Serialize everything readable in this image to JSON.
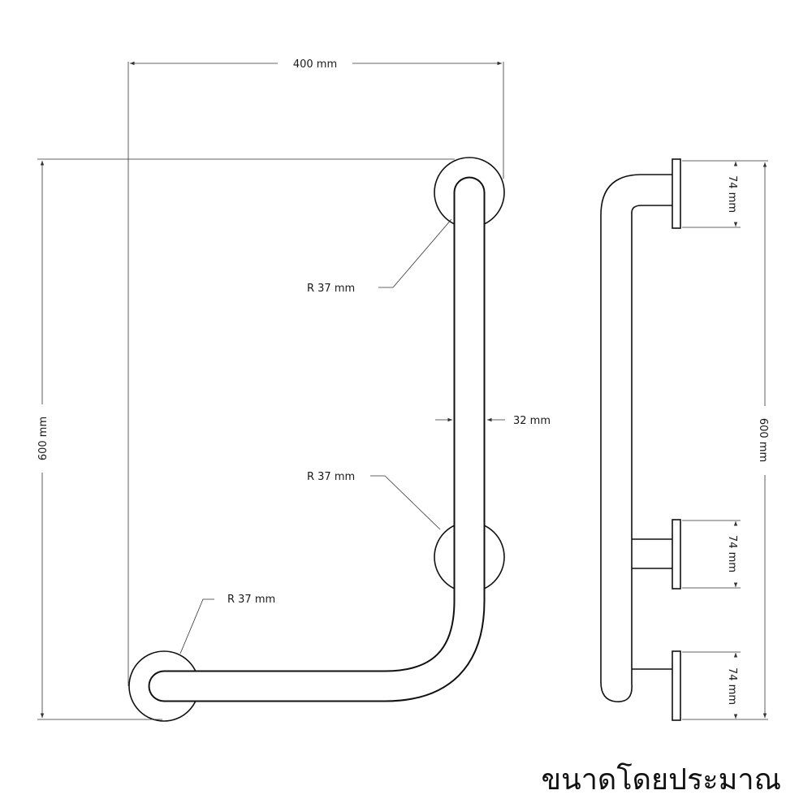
{
  "diagram": {
    "dimensions": {
      "width_top": "400 mm",
      "height_left": "600 mm",
      "tube_diameter": "32 mm",
      "radius_top": "R 37 mm",
      "radius_middle": "R 37 mm",
      "radius_bottom": "R 37 mm",
      "height_side": "600 mm",
      "plate_top": "74 mm",
      "plate_middle": "74 mm",
      "plate_bottom": "74 mm"
    },
    "caption": "ขนาดโดยประมาณ"
  }
}
